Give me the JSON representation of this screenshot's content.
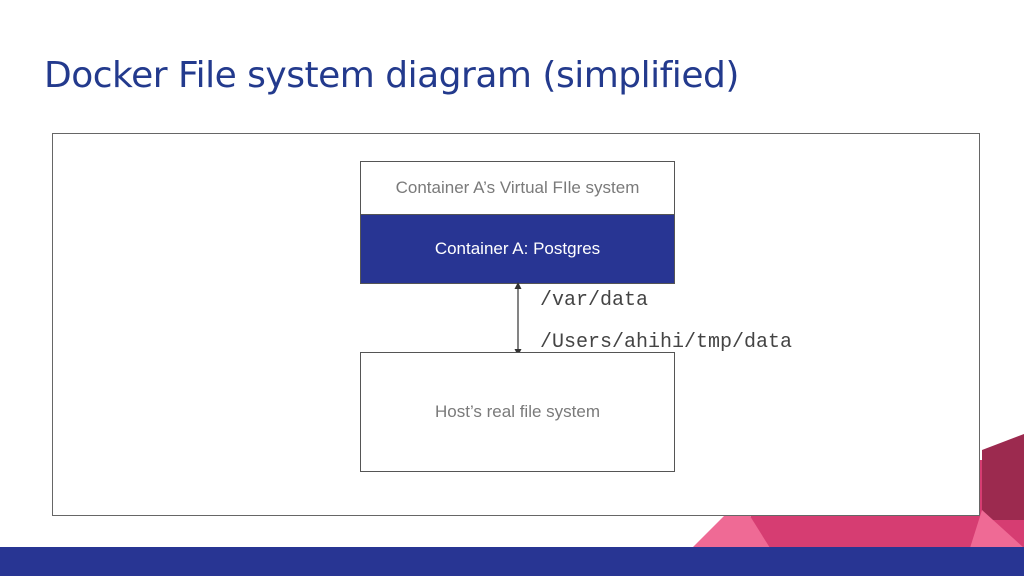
{
  "title": "Docker File system diagram (simplified)",
  "colors": {
    "title": "#233a8d",
    "primary": "#283593",
    "accent_dark": "#9c2a4f",
    "accent_mid": "#d63d72",
    "accent_light": "#ef6a95"
  },
  "diagram": {
    "virtual_fs_label": "Container A’s Virtual FIle system",
    "container_label": "Container A: Postgres",
    "host_fs_label": "Host’s real file system",
    "container_path": "/var/data",
    "host_path": "/Users/ahihi/tmp/data"
  }
}
